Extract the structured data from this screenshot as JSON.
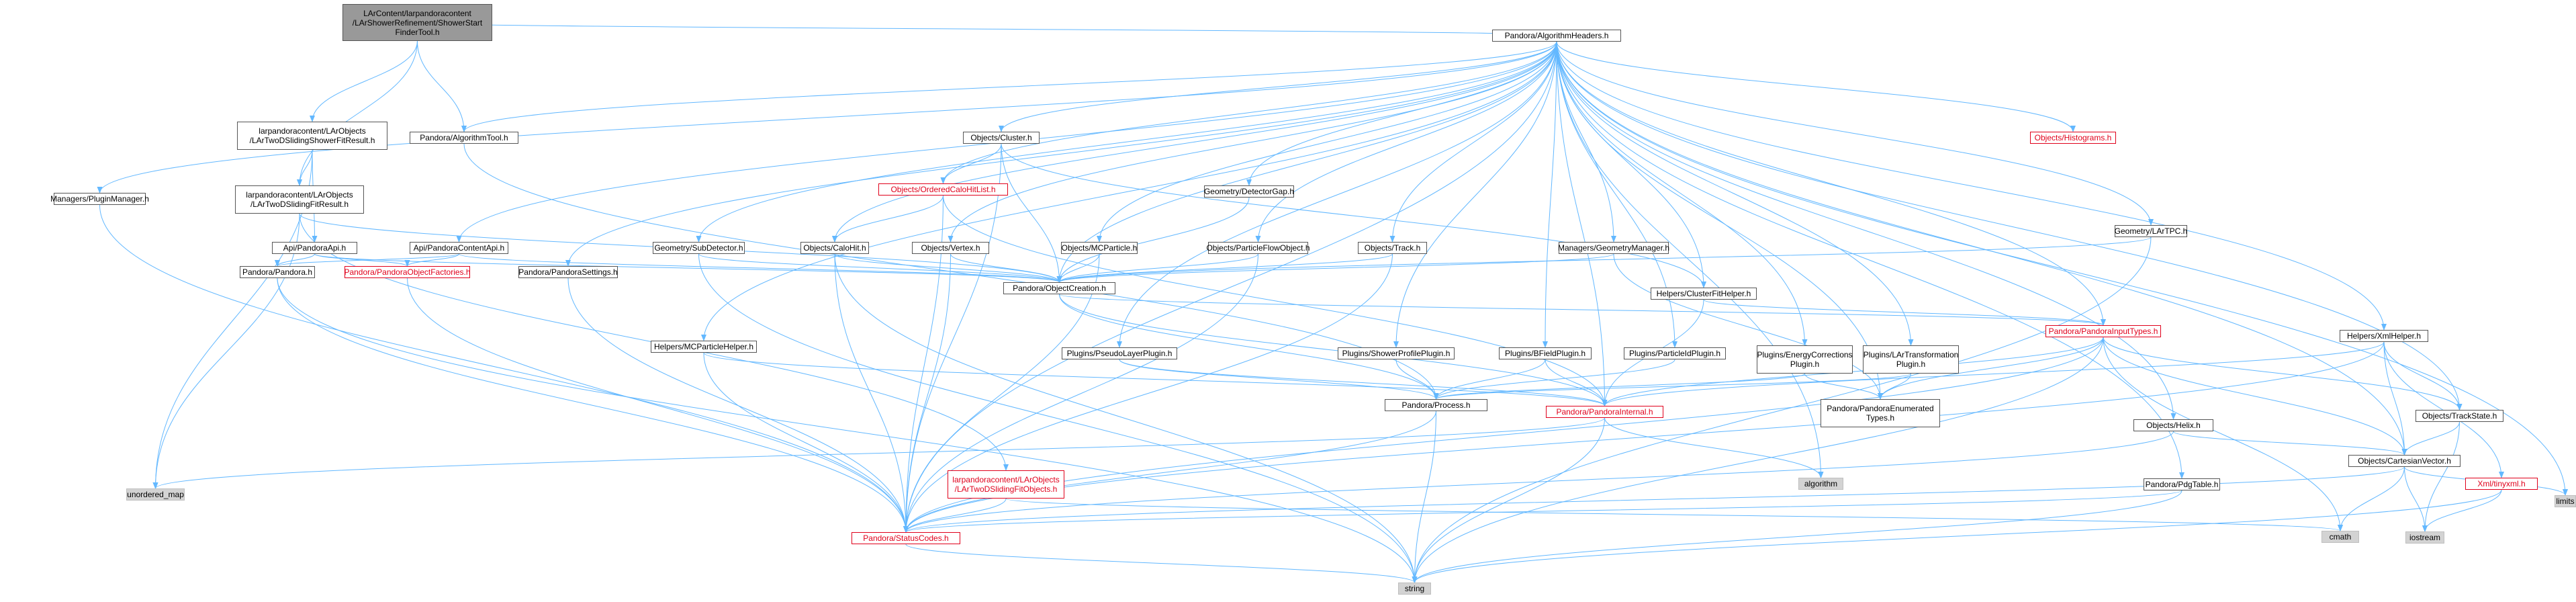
{
  "title": "LArContent/larpandoracontent/LArShowerRefinement/ShowerStartFinderTool.h",
  "edge_color": "#63b8ff",
  "link_color": "#e0001b",
  "nodes": [
    {
      "id": "root",
      "label": "LArContent/larpandoracontent\n/LArShowerRefinement/ShowerStart\nFinderTool.h",
      "style": "root"
    },
    {
      "id": "alghdr",
      "label": "Pandora/AlgorithmHeaders.h",
      "style": "normal"
    },
    {
      "id": "plugmgr",
      "label": "Managers/PluginManager.h",
      "style": "normal"
    },
    {
      "id": "slidshower",
      "label": "larpandoracontent/LArObjects\n/LArTwoDSlidingShowerFitResult.h",
      "style": "normal"
    },
    {
      "id": "slidfit",
      "label": "larpandoracontent/LArObjects\n/LArTwoDSlidingFitResult.h",
      "style": "normal"
    },
    {
      "id": "algtool",
      "label": "Pandora/AlgorithmTool.h",
      "style": "normal"
    },
    {
      "id": "apiapi",
      "label": "Api/PandoraApi.h",
      "style": "normal"
    },
    {
      "id": "apicontent",
      "label": "Api/PandoraContentApi.h",
      "style": "normal"
    },
    {
      "id": "pandora",
      "label": "Pandora/Pandora.h",
      "style": "normal"
    },
    {
      "id": "objfact",
      "label": "Pandora/PandoraObjectFactories.h",
      "style": "red"
    },
    {
      "id": "settings",
      "label": "Pandora/PandoraSettings.h",
      "style": "normal"
    },
    {
      "id": "mcphelper",
      "label": "Helpers/MCParticleHelper.h",
      "style": "normal"
    },
    {
      "id": "cluster",
      "label": "Objects/Cluster.h",
      "style": "normal"
    },
    {
      "id": "ordered",
      "label": "Objects/OrderedCaloHitList.h",
      "style": "red"
    },
    {
      "id": "subdet",
      "label": "Geometry/SubDetector.h",
      "style": "normal"
    },
    {
      "id": "calohit",
      "label": "Objects/CaloHit.h",
      "style": "normal"
    },
    {
      "id": "vertex",
      "label": "Objects/Vertex.h",
      "style": "normal"
    },
    {
      "id": "mcparticle",
      "label": "Objects/MCParticle.h",
      "style": "normal"
    },
    {
      "id": "detgap",
      "label": "Geometry/DetectorGap.h",
      "style": "normal"
    },
    {
      "id": "pfo",
      "label": "Objects/ParticleFlowObject.h",
      "style": "normal"
    },
    {
      "id": "track",
      "label": "Objects/Track.h",
      "style": "normal"
    },
    {
      "id": "geommgr",
      "label": "Managers/GeometryManager.h",
      "style": "normal"
    },
    {
      "id": "lartpc",
      "label": "Geometry/LArTPC.h",
      "style": "normal"
    },
    {
      "id": "histograms",
      "label": "Objects/Histograms.h",
      "style": "red"
    },
    {
      "id": "objcreate",
      "label": "Pandora/ObjectCreation.h",
      "style": "normal"
    },
    {
      "id": "cfhelper",
      "label": "Helpers/ClusterFitHelper.h",
      "style": "normal"
    },
    {
      "id": "inputtypes",
      "label": "Pandora/PandoraInputTypes.h",
      "style": "red"
    },
    {
      "id": "xmlhelper",
      "label": "Helpers/XmlHelper.h",
      "style": "normal"
    },
    {
      "id": "pseudolayer",
      "label": "Plugins/PseudoLayerPlugin.h",
      "style": "normal"
    },
    {
      "id": "showerprofile",
      "label": "Plugins/ShowerProfilePlugin.h",
      "style": "normal"
    },
    {
      "id": "bfield",
      "label": "Plugins/BFieldPlugin.h",
      "style": "normal"
    },
    {
      "id": "particleid",
      "label": "Plugins/ParticleIdPlugin.h",
      "style": "normal"
    },
    {
      "id": "energycorr",
      "label": "Plugins/EnergyCorrections\nPlugin.h",
      "style": "normal"
    },
    {
      "id": "lartransform",
      "label": "Plugins/LArTransformation\nPlugin.h",
      "style": "normal"
    },
    {
      "id": "process",
      "label": "Pandora/Process.h",
      "style": "normal"
    },
    {
      "id": "internal",
      "label": "Pandora/PandoraInternal.h",
      "style": "red"
    },
    {
      "id": "enumerated",
      "label": "Pandora/PandoraEnumerated\nTypes.h",
      "style": "normal"
    },
    {
      "id": "helix",
      "label": "Objects/Helix.h",
      "style": "normal"
    },
    {
      "id": "trackstate",
      "label": "Objects/TrackState.h",
      "style": "normal"
    },
    {
      "id": "cartesian",
      "label": "Objects/CartesianVector.h",
      "style": "normal"
    },
    {
      "id": "tinyxml",
      "label": "Xml/tinyxml.h",
      "style": "red"
    },
    {
      "id": "unordered",
      "label": "unordered_map",
      "style": "gray"
    },
    {
      "id": "algorithm",
      "label": "algorithm",
      "style": "gray"
    },
    {
      "id": "slidfitobj",
      "label": "larpandoracontent/LArObjects\n/LArTwoDSlidingFitObjects.h",
      "style": "red"
    },
    {
      "id": "statuscodes",
      "label": "Pandora/StatusCodes.h",
      "style": "red"
    },
    {
      "id": "pdgtable",
      "label": "Pandora/PdgTable.h",
      "style": "normal"
    },
    {
      "id": "cmath",
      "label": "cmath",
      "style": "gray"
    },
    {
      "id": "iostream",
      "label": "iostream",
      "style": "gray"
    },
    {
      "id": "limits",
      "label": "limits",
      "style": "gray"
    },
    {
      "id": "string",
      "label": "string",
      "style": "gray"
    }
  ],
  "edges": [
    [
      "root",
      "alghdr"
    ],
    [
      "root",
      "slidshower"
    ],
    [
      "root",
      "slidfit"
    ],
    [
      "root",
      "algtool"
    ],
    [
      "alghdr",
      "plugmgr"
    ],
    [
      "alghdr",
      "algtool"
    ],
    [
      "alghdr",
      "apicontent"
    ],
    [
      "alghdr",
      "settings"
    ],
    [
      "alghdr",
      "mcphelper"
    ],
    [
      "alghdr",
      "cluster"
    ],
    [
      "alghdr",
      "ordered"
    ],
    [
      "alghdr",
      "subdet"
    ],
    [
      "alghdr",
      "calohit"
    ],
    [
      "alghdr",
      "vertex"
    ],
    [
      "alghdr",
      "mcparticle"
    ],
    [
      "alghdr",
      "detgap"
    ],
    [
      "alghdr",
      "pfo"
    ],
    [
      "alghdr",
      "track"
    ],
    [
      "alghdr",
      "geommgr"
    ],
    [
      "alghdr",
      "lartpc"
    ],
    [
      "alghdr",
      "histograms"
    ],
    [
      "alghdr",
      "objcreate"
    ],
    [
      "alghdr",
      "cfhelper"
    ],
    [
      "alghdr",
      "inputtypes"
    ],
    [
      "alghdr",
      "xmlhelper"
    ],
    [
      "alghdr",
      "pseudolayer"
    ],
    [
      "alghdr",
      "showerprofile"
    ],
    [
      "alghdr",
      "bfield"
    ],
    [
      "alghdr",
      "particleid"
    ],
    [
      "alghdr",
      "energycorr"
    ],
    [
      "alghdr",
      "lartransform"
    ],
    [
      "alghdr",
      "internal"
    ],
    [
      "alghdr",
      "enumerated"
    ],
    [
      "alghdr",
      "helix"
    ],
    [
      "alghdr",
      "trackstate"
    ],
    [
      "alghdr",
      "cartesian"
    ],
    [
      "alghdr",
      "pdgtable"
    ],
    [
      "alghdr",
      "algorithm"
    ],
    [
      "alghdr",
      "limits"
    ],
    [
      "alghdr",
      "statuscodes"
    ],
    [
      "plugmgr",
      "statuscodes"
    ],
    [
      "slidshower",
      "slidfit"
    ],
    [
      "slidshower",
      "apiapi"
    ],
    [
      "slidshower",
      "unordered"
    ],
    [
      "slidfit",
      "slidfitobj"
    ],
    [
      "slidfit",
      "unordered"
    ],
    [
      "slidfit",
      "objcreate"
    ],
    [
      "algtool",
      "process"
    ],
    [
      "apiapi",
      "pandora"
    ],
    [
      "apiapi",
      "objfact"
    ],
    [
      "apiapi",
      "objcreate"
    ],
    [
      "apicontent",
      "pandora"
    ],
    [
      "apicontent",
      "objfact"
    ],
    [
      "apicontent",
      "objcreate"
    ],
    [
      "pandora",
      "statuscodes"
    ],
    [
      "pandora",
      "string"
    ],
    [
      "objfact",
      "statuscodes"
    ],
    [
      "settings",
      "statuscodes"
    ],
    [
      "mcphelper",
      "internal"
    ],
    [
      "mcphelper",
      "statuscodes"
    ],
    [
      "cluster",
      "ordered"
    ],
    [
      "cluster",
      "objcreate"
    ],
    [
      "cluster",
      "cfhelper"
    ],
    [
      "cluster",
      "statuscodes"
    ],
    [
      "ordered",
      "calohit"
    ],
    [
      "ordered",
      "internal"
    ],
    [
      "ordered",
      "statuscodes"
    ],
    [
      "subdet",
      "objcreate"
    ],
    [
      "subdet",
      "string"
    ],
    [
      "calohit",
      "objcreate"
    ],
    [
      "calohit",
      "statuscodes"
    ],
    [
      "calohit",
      "string"
    ],
    [
      "vertex",
      "objcreate"
    ],
    [
      "vertex",
      "statuscodes"
    ],
    [
      "mcparticle",
      "objcreate"
    ],
    [
      "mcparticle",
      "statuscodes"
    ],
    [
      "detgap",
      "objcreate"
    ],
    [
      "pfo",
      "objcreate"
    ],
    [
      "pfo",
      "statuscodes"
    ],
    [
      "track",
      "objcreate"
    ],
    [
      "track",
      "statuscodes"
    ],
    [
      "geommgr",
      "objcreate"
    ],
    [
      "geommgr",
      "enumerated"
    ],
    [
      "lartpc",
      "objcreate"
    ],
    [
      "lartpc",
      "string"
    ],
    [
      "objcreate",
      "inputtypes"
    ],
    [
      "objcreate",
      "internal"
    ],
    [
      "objcreate",
      "process"
    ],
    [
      "cfhelper",
      "internal"
    ],
    [
      "cfhelper",
      "inputtypes"
    ],
    [
      "inputtypes",
      "internal"
    ],
    [
      "inputtypes",
      "enumerated"
    ],
    [
      "inputtypes",
      "trackstate"
    ],
    [
      "inputtypes",
      "cartesian"
    ],
    [
      "inputtypes",
      "statuscodes"
    ],
    [
      "inputtypes",
      "cmath"
    ],
    [
      "inputtypes",
      "string"
    ],
    [
      "xmlhelper",
      "trackstate"
    ],
    [
      "xmlhelper",
      "cartesian"
    ],
    [
      "xmlhelper",
      "tinyxml"
    ],
    [
      "xmlhelper",
      "internal"
    ],
    [
      "xmlhelper",
      "statuscodes"
    ],
    [
      "pseudolayer",
      "process"
    ],
    [
      "pseudolayer",
      "internal"
    ],
    [
      "showerprofile",
      "process"
    ],
    [
      "bfield",
      "process"
    ],
    [
      "bfield",
      "internal"
    ],
    [
      "particleid",
      "process"
    ],
    [
      "energycorr",
      "process"
    ],
    [
      "energycorr",
      "enumerated"
    ],
    [
      "lartransform",
      "process"
    ],
    [
      "lartransform",
      "enumerated"
    ],
    [
      "process",
      "statuscodes"
    ],
    [
      "process",
      "string"
    ],
    [
      "internal",
      "unordered"
    ],
    [
      "internal",
      "algorithm"
    ],
    [
      "internal",
      "string"
    ],
    [
      "helix",
      "cartesian"
    ],
    [
      "helix",
      "statuscodes"
    ],
    [
      "trackstate",
      "cartesian"
    ],
    [
      "trackstate",
      "iostream"
    ],
    [
      "cartesian",
      "cmath"
    ],
    [
      "cartesian",
      "iostream"
    ],
    [
      "cartesian",
      "limits"
    ],
    [
      "cartesian",
      "statuscodes"
    ],
    [
      "tinyxml",
      "iostream"
    ],
    [
      "tinyxml",
      "string"
    ],
    [
      "slidfitobj",
      "statuscodes"
    ],
    [
      "slidfitobj",
      "cmath"
    ],
    [
      "statuscodes",
      "string"
    ],
    [
      "pdgtable",
      "statuscodes"
    ],
    [
      "pdgtable",
      "string"
    ]
  ]
}
